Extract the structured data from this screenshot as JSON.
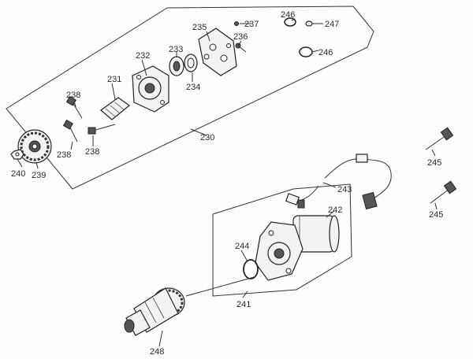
{
  "labels": {
    "p230": "230",
    "p231": "231",
    "p232": "232",
    "p233": "233",
    "p234": "234",
    "p235": "235",
    "p236": "236",
    "p237": "237",
    "p238a": "238",
    "p238b": "238",
    "p238c": "238",
    "p239": "239",
    "p240": "240",
    "p241": "241",
    "p242": "242",
    "p243": "243",
    "p244": "244",
    "p245a": "245",
    "p245b": "245",
    "p246a": "246",
    "p246b": "246",
    "p247": "247",
    "p248": "248"
  }
}
